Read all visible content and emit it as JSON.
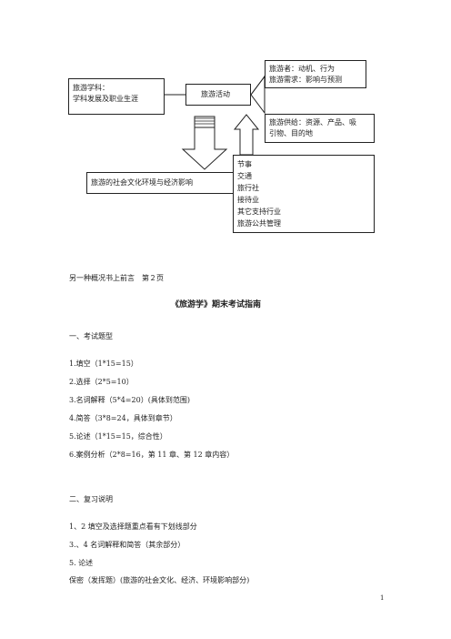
{
  "diagram": {
    "box_discipline": {
      "lines": [
        "旅游学科：",
        "学科发展及职业生涯"
      ]
    },
    "box_activity": {
      "label": "旅游活动"
    },
    "box_tourist": {
      "lines": [
        "旅游者：动机、行为",
        "旅游需求：影响与预测"
      ]
    },
    "box_supply": {
      "lines": [
        "旅游供给：资源、产品、吸",
        "引物、目的地"
      ]
    },
    "box_impact": {
      "label": "旅游的社会文化环境与经济影响"
    },
    "box_industry": {
      "lines": [
        "节事",
        "交通",
        "旅行社",
        "接待业",
        "其它支持行业",
        "旅游公共管理"
      ]
    }
  },
  "doc": {
    "header_line": "另一种概况书上前言　第２页",
    "title": "《旅游学》期末考试指南",
    "section1_heading": "一、考试题型",
    "question_types": [
      "1.填空（1*15=15）",
      "2.选择（2*5=10）",
      "3.名词解释（5*4=20）(具体到范围)",
      "4.简答（3*8=24，具体到章节）",
      "5.论述（1*15=15，综合性）",
      "6.案例分析（2*8=16，第 11 章、第 12 章内容）"
    ],
    "section2_heading": "二、复习说明",
    "review_notes": [
      "1、2 填空及选择题重点看有下划线部分",
      "3.、4 名词解释和简答（其余部分）",
      "5. 论述",
      "保密（发挥题）(旅游的社会文化、经济、环境影响部分)"
    ],
    "page_number": "1"
  }
}
